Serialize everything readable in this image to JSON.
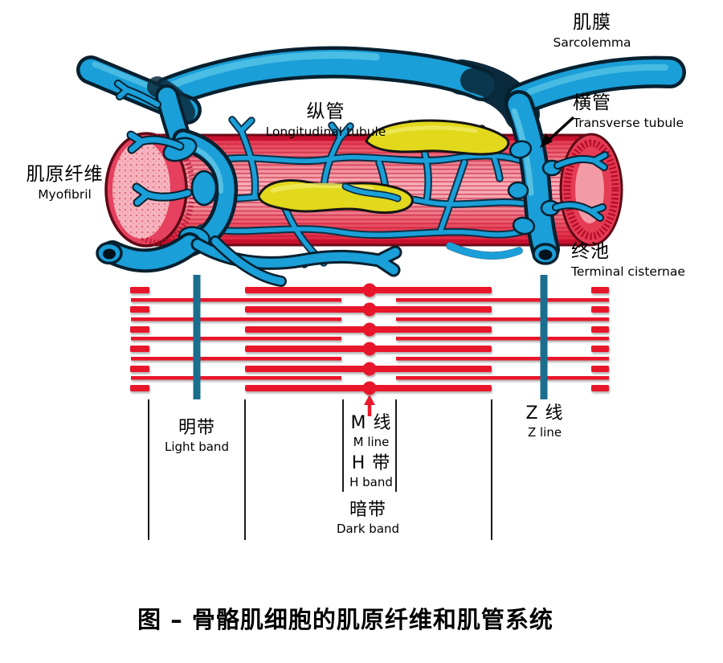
{
  "figure": {
    "caption": "图 – 骨骼肌细胞的肌原纤维和肌管系统"
  },
  "labels": {
    "sarcolemma": {
      "zh": "肌膜",
      "en": "Sarcolemma"
    },
    "longitudinal_tubule": {
      "zh": "纵管",
      "en": "Longitudinal tubule"
    },
    "transverse_tubule": {
      "zh": "横管",
      "en": "Transverse tubule"
    },
    "myofibril": {
      "zh": "肌原纤维",
      "en": "Myofibril"
    },
    "terminal_cisternae": {
      "zh": "终池",
      "en": "Terminal cisternae"
    },
    "light_band": {
      "zh": "明带",
      "en": "Light band"
    },
    "m_line": {
      "zh": "M 线",
      "en": "M line"
    },
    "h_band": {
      "zh": "H 带",
      "en": "H band"
    },
    "dark_band": {
      "zh": "暗带",
      "en": "Dark band"
    },
    "z_line": {
      "zh": "Z 线",
      "en": "Z line"
    }
  },
  "colors": {
    "tubule-blue": "#1a9fd8",
    "tubule-outline": "#07202f",
    "myofibril-red": "#e8192c",
    "myofibril-pink": "#f3a9b4",
    "cisterna-yellow": "#e2d81c",
    "z-line-teal": "#1b6e8e",
    "ink": "#000000"
  }
}
